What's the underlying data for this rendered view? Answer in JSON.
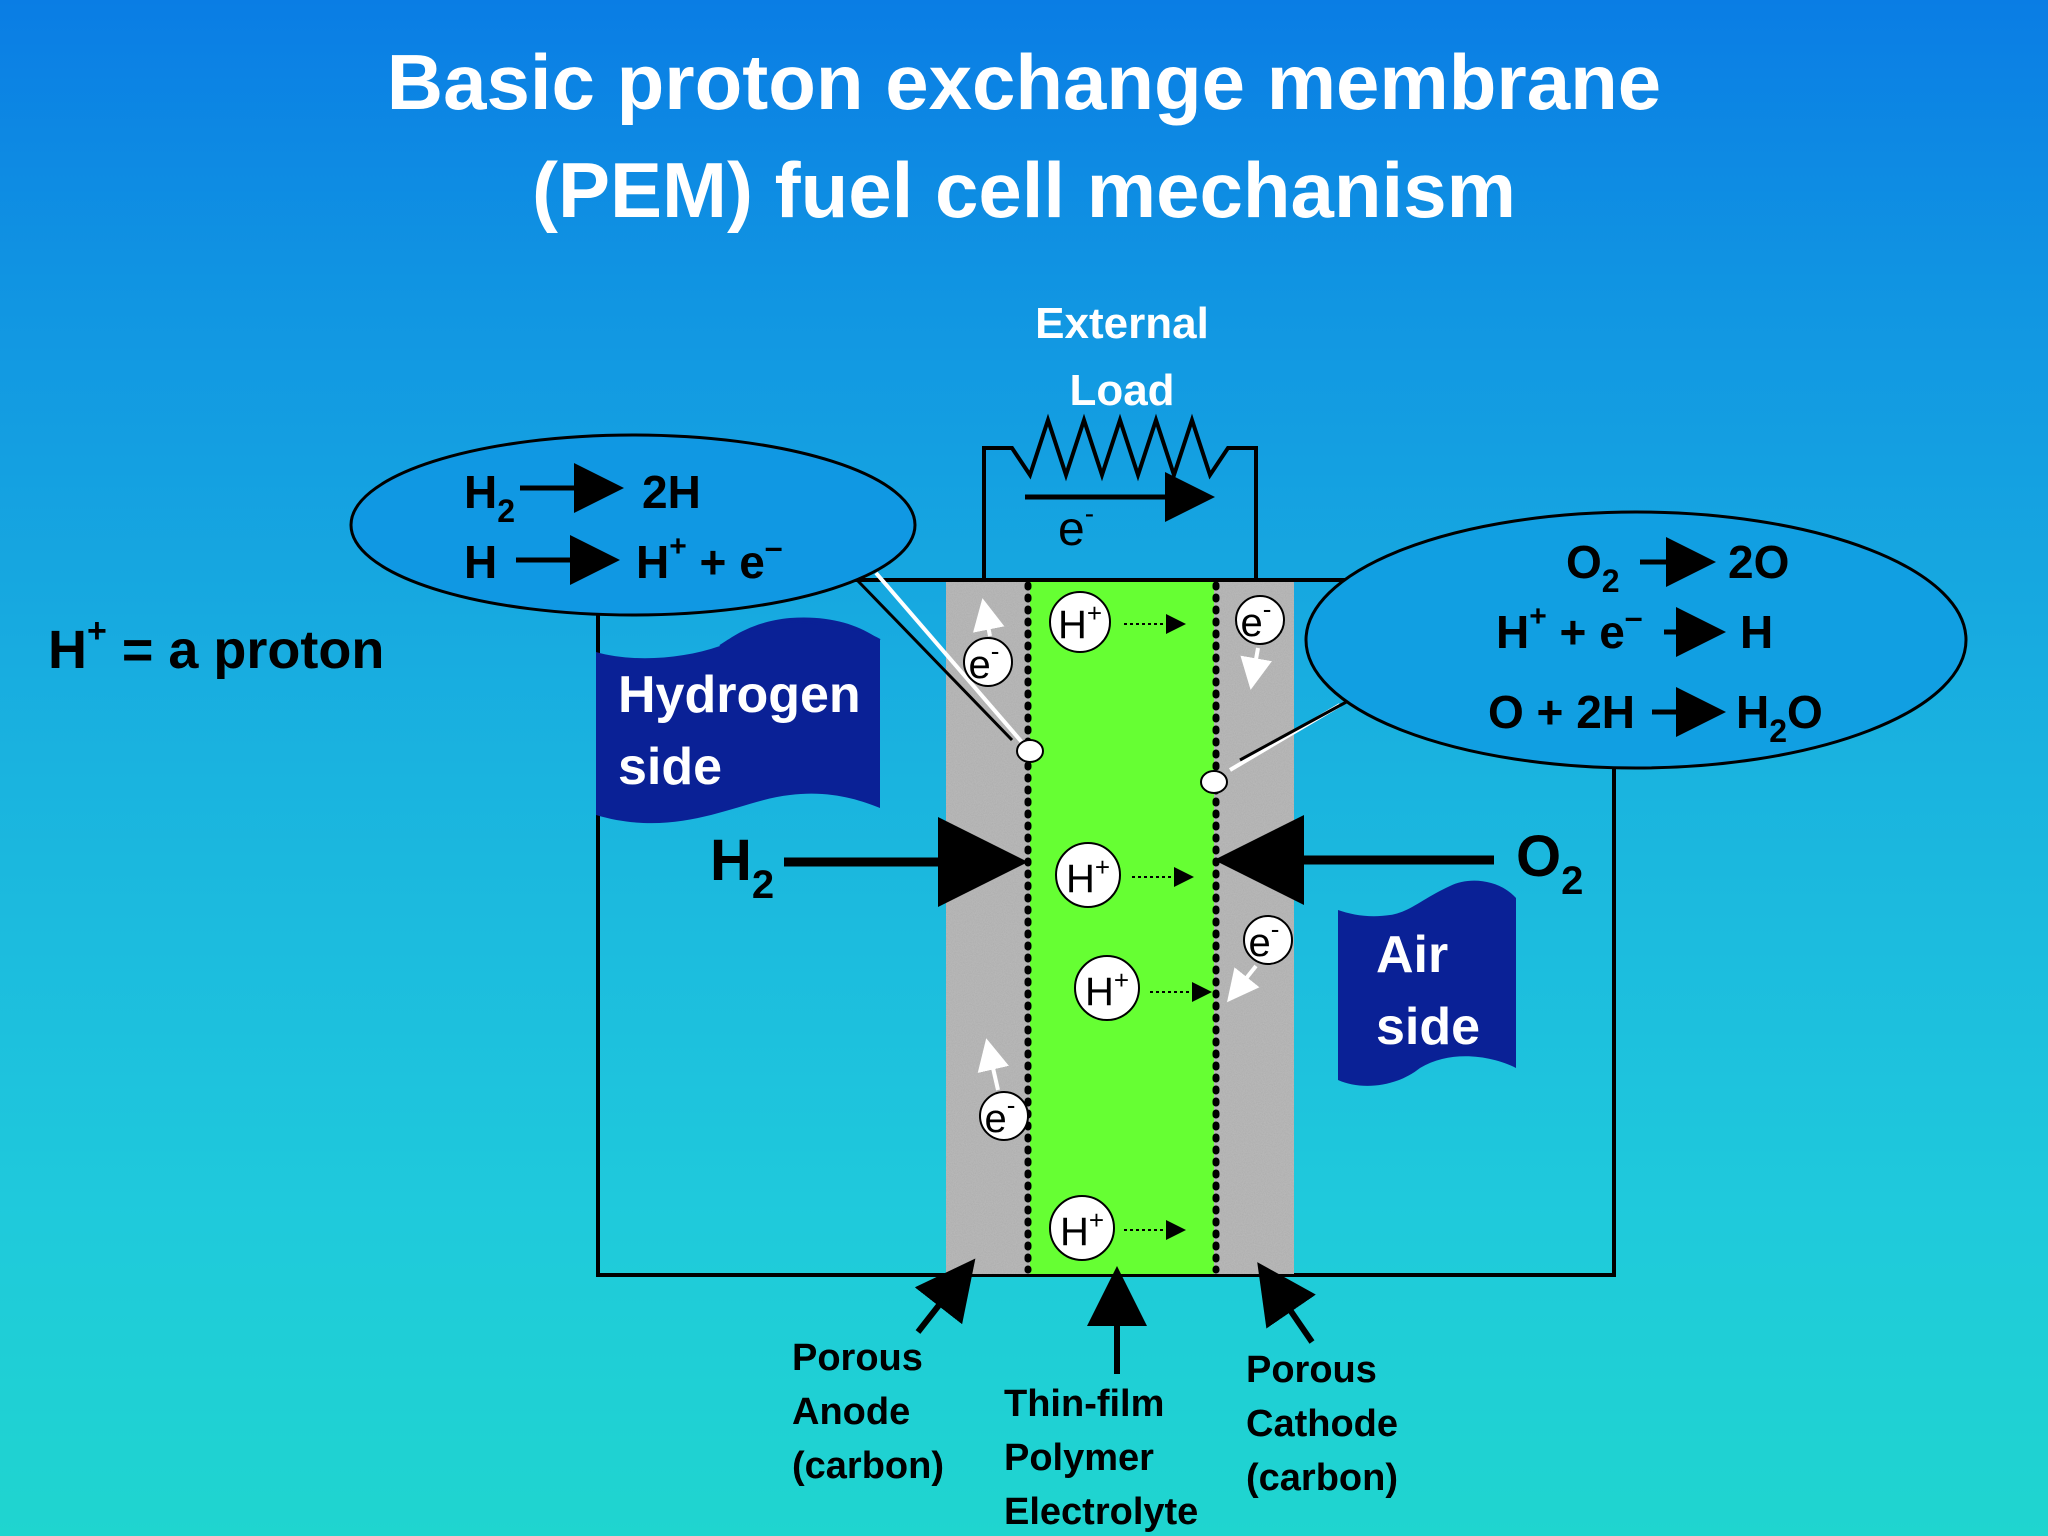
{
  "title": {
    "line1": "Basic proton exchange membrane",
    "line2": "(PEM) fuel cell mechanism"
  },
  "proton_note": {
    "lead": "H",
    "sup": "+",
    "rest": " = a proton"
  },
  "external_load": {
    "line1": "External",
    "line2": "Load",
    "electron": "e",
    "electron_sup": "-"
  },
  "anode_reactions": {
    "r1_left": "H",
    "r1_left_sub": "2",
    "r1_right": "2H",
    "r2_left": "H",
    "r2_right": "H",
    "r2_right_sup": "+",
    "r2_right_rest": " + e",
    "r2_right_sup2": "–"
  },
  "cathode_reactions": {
    "r1_left": "O",
    "r1_left_sub": "2",
    "r1_right": "2O",
    "r2_left": "H",
    "r2_left_sup": "+",
    "r2_left_rest": " + e",
    "r2_left_sup2": "–",
    "r2_right": "H",
    "r3_left": "O + 2H",
    "r3_right": "H",
    "r3_right_sub": "2",
    "r3_right_rest": "O"
  },
  "hydrogen_side": {
    "line1": "Hydrogen",
    "line2": "side"
  },
  "air_side": {
    "line1": "Air",
    "line2": "side"
  },
  "h2_input": {
    "main": "H",
    "sub": "2"
  },
  "o2_input": {
    "main": "O",
    "sub": "2"
  },
  "particles": {
    "proton": "H",
    "proton_sup": "+",
    "electron": "e",
    "electron_sup": "-"
  },
  "labels": {
    "anode": [
      "Porous",
      "Anode",
      "(carbon)"
    ],
    "electrolyte": [
      "Thin-film",
      "Polymer",
      "Electrolyte"
    ],
    "cathode": [
      "Porous",
      "Cathode",
      "(carbon)"
    ]
  },
  "colors": {
    "electrolyte": "#66ff33",
    "banner": "#0a2196",
    "electrode": "#b5b5b5"
  }
}
